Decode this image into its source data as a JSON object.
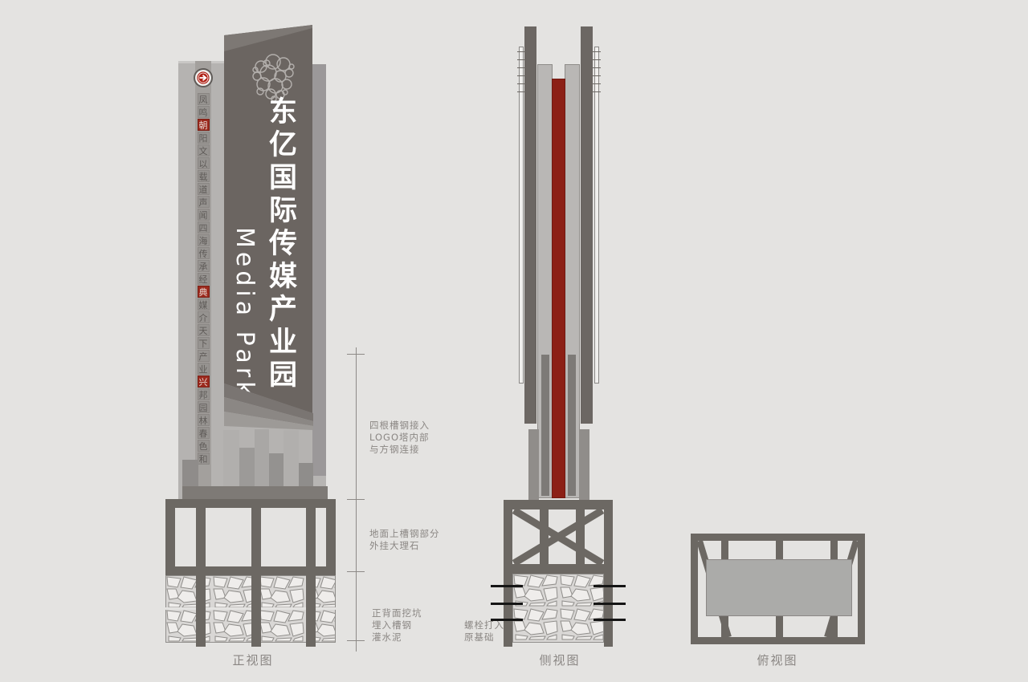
{
  "title": {
    "cn": "东亿国际传媒产业园",
    "en": "Media Park"
  },
  "view_labels": {
    "front": "正视图",
    "side": "侧视图",
    "top": "俯视图"
  },
  "annotations": {
    "channel_steel": "四根槽钢接入\nLOGO塔内部\n与方钢连接",
    "marble": "地面上槽钢部分\n外挂大理石",
    "foundation": "正背面挖坑\n埋入槽钢\n灌水泥",
    "bolts": "螺栓打入\n原基础"
  },
  "colors": {
    "background": "#e4e3e1",
    "accent_red": "#8c2016",
    "badge_red": "#b02318",
    "panel_dark": "#6b6561",
    "panel_light": "#b5b3b1",
    "frame_gray": "#6c6863"
  },
  "front_view": {
    "strip": {
      "badge_icon": "arrow-right-badge",
      "glyphs": [
        "凤",
        "鸣",
        "朝",
        "阳",
        "文",
        "以",
        "载",
        "道",
        "声",
        "闻",
        "四",
        "海",
        "传",
        "承",
        "经",
        "典",
        "媒",
        "介",
        "天",
        "下",
        "产",
        "业",
        "兴",
        "邦",
        "园",
        "林",
        "春",
        "色",
        "和"
      ],
      "red_indices": [
        2,
        15,
        22
      ]
    }
  }
}
